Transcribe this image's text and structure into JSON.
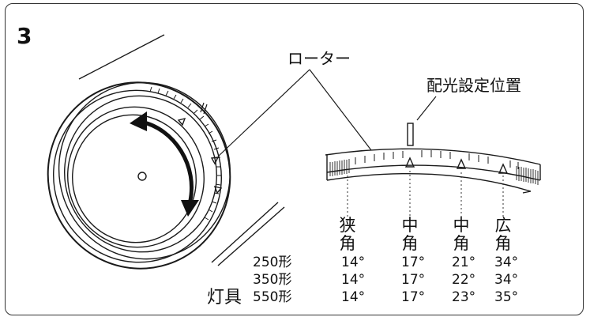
{
  "step_number": "3",
  "callouts": {
    "rotor": "ローター",
    "light_position": "配光設定位置",
    "fixture": "灯具"
  },
  "beam_table": {
    "columns": [
      {
        "line1": "狭",
        "line2": "角"
      },
      {
        "line1": "中",
        "line2": "角"
      },
      {
        "line1": "中",
        "line2": "角"
      },
      {
        "line1": "広",
        "line2": "角"
      }
    ],
    "rows": [
      {
        "model": "250形",
        "values": [
          "14°",
          "17°",
          "21°",
          "34°"
        ]
      },
      {
        "model": "350形",
        "values": [
          "14°",
          "17°",
          "22°",
          "34°"
        ]
      },
      {
        "model": "550形",
        "values": [
          "14°",
          "17°",
          "23°",
          "35°"
        ]
      }
    ]
  }
}
